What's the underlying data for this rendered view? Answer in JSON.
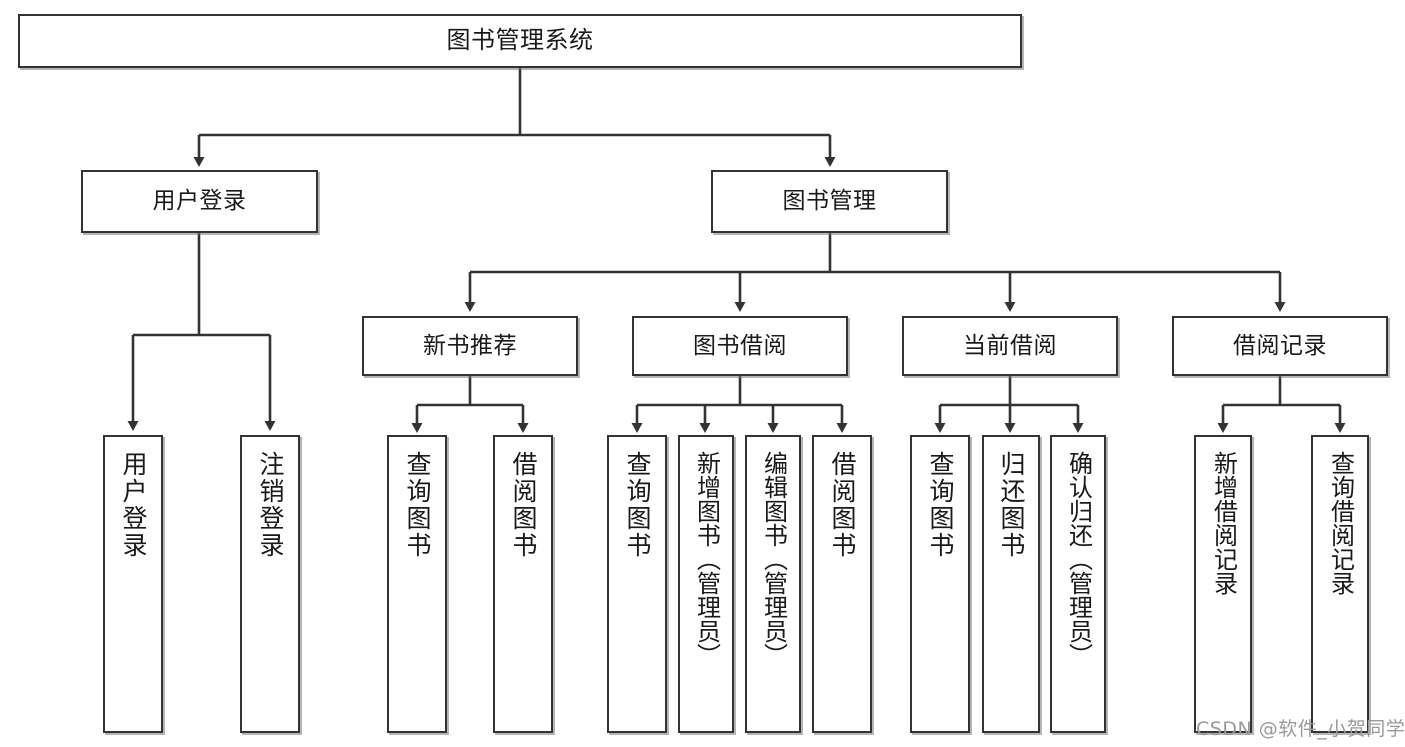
{
  "diagram": {
    "type": "tree",
    "title": "图书管理系统",
    "root": {
      "label": "图书管理系统"
    },
    "level2": [
      {
        "label": "用户登录"
      },
      {
        "label": "图书管理"
      }
    ],
    "level3": [
      {
        "label": "新书推荐"
      },
      {
        "label": "图书借阅"
      },
      {
        "label": "当前借阅"
      },
      {
        "label": "借阅记录"
      }
    ],
    "leaves": {
      "user_login": [
        {
          "label": "用户登录"
        },
        {
          "label": "注销登录"
        }
      ],
      "new_book_recommend": [
        {
          "label": "查询图书"
        },
        {
          "label": "借阅图书"
        }
      ],
      "book_borrow": [
        {
          "label": "查询图书"
        },
        {
          "label": "新增图书（管理员）"
        },
        {
          "label": "编辑图书（管理员）"
        },
        {
          "label": "借阅图书"
        }
      ],
      "current_borrow": [
        {
          "label": "查询图书"
        },
        {
          "label": "归还图书"
        },
        {
          "label": "确认归还（管理员）"
        }
      ],
      "borrow_record": [
        {
          "label": "新增借阅记录"
        },
        {
          "label": "查询借阅记录"
        }
      ]
    }
  },
  "watermark": {
    "text": "CSDN @软件_小贺同学"
  },
  "colors": {
    "border": "#333333",
    "background": "#ffffff",
    "text": "#1a1a1a",
    "edge": "#333333",
    "watermark": "#9a9a9a"
  }
}
